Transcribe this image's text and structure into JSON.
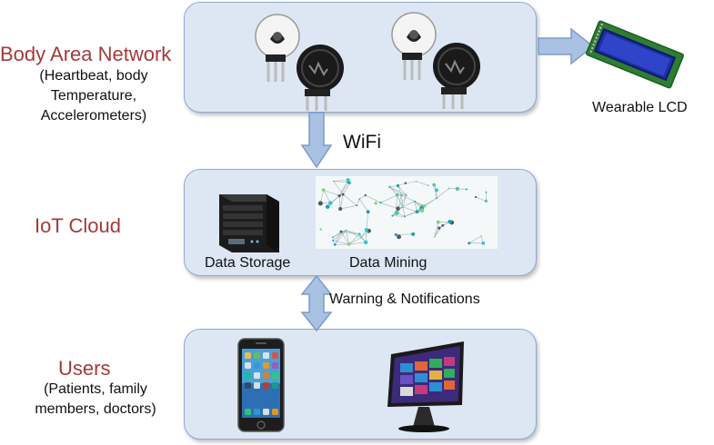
{
  "body_area": {
    "title": "Body Area Network",
    "subtitle_lines": [
      "(Heartbeat, body",
      "Temperature,",
      "Accelerometers)"
    ]
  },
  "lcd": {
    "label": "Wearable LCD"
  },
  "link1": {
    "label": "WiFi"
  },
  "cloud": {
    "title": "IoT Cloud",
    "storage_label": "Data Storage",
    "mining_label": "Data Mining"
  },
  "link2": {
    "label": "Warning & Notifications"
  },
  "users": {
    "title": "Users",
    "subtitle_lines": [
      "(Patients, family",
      "members, doctors)"
    ]
  },
  "colors": {
    "title": "#a33a3a",
    "panel_fill": "#dde7f3",
    "panel_border": "#8ea9cf",
    "arrow_fill": "#a9c1e2",
    "arrow_stroke": "#7d9cc8"
  },
  "icons": [
    "pulse-sensor-icon",
    "lcd-module-icon",
    "server-nas-icon",
    "network-graph-icon",
    "smartphone-icon",
    "monitor-icon"
  ]
}
